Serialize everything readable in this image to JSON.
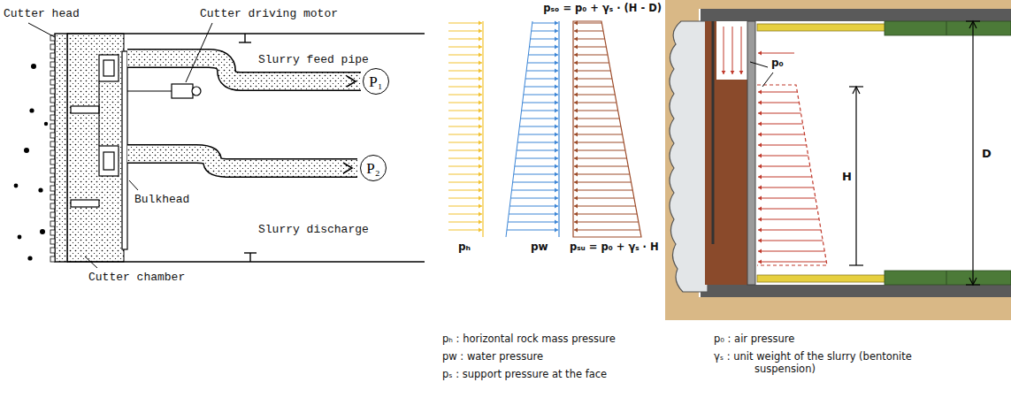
{
  "diagram": {
    "nodes": [
      {
        "text": [
          "P₁"
        ]
      },
      {
        "text": [
          "P₂"
        ]
      }
    ],
    "labels": [
      "Cutter head",
      "Cutter driving motor",
      "Slurry feed pipe",
      "Bulkhead",
      "Slurry discharge",
      "Cutter chamber",
      "pₛₒ = p₀ + γₛ · (H - D)",
      "pₕ",
      "pw",
      "pₛᵤ = p₀ + γₛ · H",
      "pₕ : horizontal rock mass pressure",
      "pw : water pressure",
      "pₛ : support pressure at the face",
      "p₀",
      "H",
      "D",
      "p₀ : air pressure",
      "γₛ : unit weight of the slurry (bentonite suspension)"
    ]
  }
}
